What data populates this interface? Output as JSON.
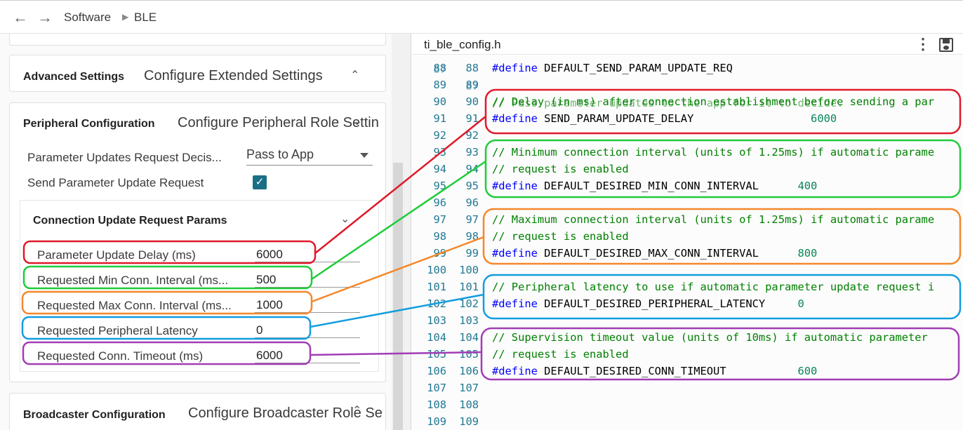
{
  "breadcrumb": {
    "items": [
      "Software",
      "BLE"
    ]
  },
  "left": {
    "advanced": {
      "title": "Advanced Settings",
      "subtitle": "Configure Extended Settings"
    },
    "peripheral": {
      "title": "Peripheral Configuration",
      "subtitle": "Configure Peripheral Role Settin",
      "param_request_label": "Parameter Updates Request Decis...",
      "param_request_value": "Pass to App",
      "send_request_label": "Send Parameter Update Request",
      "send_request_checked": true
    },
    "conn_update": {
      "title": "Connection Update Request Params",
      "fields": [
        {
          "label": "Parameter Update Delay (ms)",
          "value": "6000",
          "color": "#e0192a"
        },
        {
          "label": "Requested Min Conn. Interval (ms...",
          "value": "500",
          "color": "#1fcc3a"
        },
        {
          "label": "Requested Max Conn. Interval (ms...",
          "value": "1000",
          "color": "#f5872b"
        },
        {
          "label": "Requested Peripheral Latency",
          "value": "0",
          "color": "#139ddf"
        },
        {
          "label": "Requested Conn. Timeout (ms)",
          "value": "6000",
          "color": "#a23cb5"
        }
      ]
    },
    "broadcaster": {
      "title": "Broadcaster Configuration",
      "subtitle": "Configure Broadcaster Role Se"
    }
  },
  "editor": {
    "filename": "ti_ble_config.h",
    "top_partial": "// Pass parameter updates to the app for it to decide.",
    "lines": [
      {
        "n": "88",
        "parts": [
          [
            "kw",
            "#define"
          ],
          [
            "plain",
            " DEFAULT_SEND_PARAM_UPDATE_REQ"
          ]
        ]
      },
      {
        "n": "89",
        "parts": []
      },
      {
        "n": "90",
        "parts": [
          [
            "cmt",
            "// Delay (in ms) after connection establishment before sending a par"
          ]
        ]
      },
      {
        "n": "91",
        "parts": [
          [
            "kw",
            "#define"
          ],
          [
            "plain",
            " SEND_PARAM_UPDATE_DELAY                  "
          ],
          [
            "num",
            "6000"
          ]
        ]
      },
      {
        "n": "92",
        "parts": []
      },
      {
        "n": "93",
        "parts": [
          [
            "cmt",
            "// Minimum connection interval (units of 1.25ms) if automatic parame"
          ]
        ]
      },
      {
        "n": "94",
        "parts": [
          [
            "cmt",
            "// request is enabled"
          ]
        ]
      },
      {
        "n": "95",
        "parts": [
          [
            "kw",
            "#define"
          ],
          [
            "plain",
            " DEFAULT_DESIRED_MIN_CONN_INTERVAL      "
          ],
          [
            "num",
            "400"
          ]
        ]
      },
      {
        "n": "96",
        "parts": []
      },
      {
        "n": "97",
        "parts": [
          [
            "cmt",
            "// Maximum connection interval (units of 1.25ms) if automatic parame"
          ]
        ]
      },
      {
        "n": "98",
        "parts": [
          [
            "cmt",
            "// request is enabled"
          ]
        ]
      },
      {
        "n": "99",
        "parts": [
          [
            "kw",
            "#define"
          ],
          [
            "plain",
            " DEFAULT_DESIRED_MAX_CONN_INTERVAL      "
          ],
          [
            "num",
            "800"
          ]
        ]
      },
      {
        "n": "100",
        "parts": []
      },
      {
        "n": "101",
        "parts": [
          [
            "cmt",
            "// Peripheral latency to use if automatic parameter update request i"
          ]
        ]
      },
      {
        "n": "102",
        "parts": [
          [
            "kw",
            "#define"
          ],
          [
            "plain",
            " DEFAULT_DESIRED_PERIPHERAL_LATENCY     "
          ],
          [
            "num",
            "0"
          ]
        ]
      },
      {
        "n": "103",
        "parts": []
      },
      {
        "n": "104",
        "parts": [
          [
            "cmt",
            "// Supervision timeout value (units of 10ms) if automatic parameter"
          ]
        ]
      },
      {
        "n": "105",
        "parts": [
          [
            "cmt",
            "// request is enabled"
          ]
        ]
      },
      {
        "n": "106",
        "parts": [
          [
            "kw",
            "#define"
          ],
          [
            "plain",
            " DEFAULT_DESIRED_CONN_TIMEOUT           "
          ],
          [
            "num",
            "600"
          ]
        ]
      },
      {
        "n": "107",
        "parts": []
      },
      {
        "n": "108",
        "parts": []
      },
      {
        "n": "109",
        "parts": []
      }
    ]
  },
  "colors": {
    "red": "#e0192a",
    "green": "#1fcc3a",
    "orange": "#f5872b",
    "blue": "#139ddf",
    "purple": "#a23cb5"
  }
}
